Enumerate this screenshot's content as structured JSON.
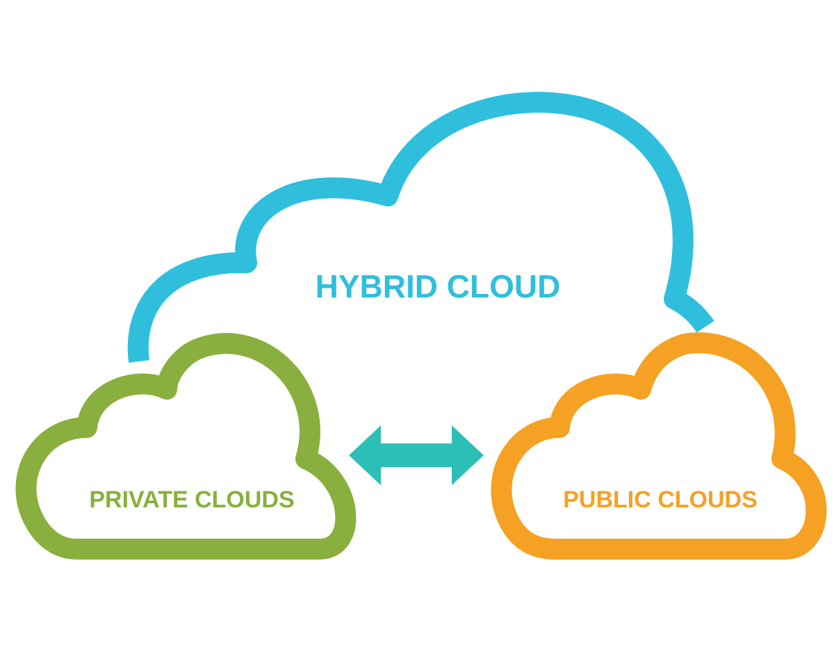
{
  "hybrid_cloud": {
    "label": "HYBRID CLOUD",
    "color": "#2FBFDD"
  },
  "private_cloud": {
    "label": "PRIVATE CLOUDS",
    "color": "#89B03E"
  },
  "public_cloud": {
    "label": "PUBLIC CLOUDS",
    "color": "#F5A123"
  },
  "connector": {
    "icon": "double-arrow-icon",
    "color": "#2BBFB7"
  }
}
